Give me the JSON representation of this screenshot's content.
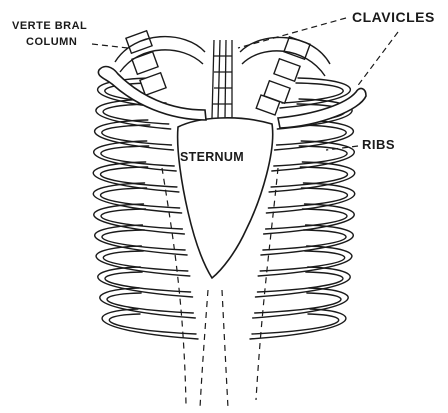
{
  "labels": {
    "vertebral_line1": "VERTE BRAL",
    "vertebral_line2": "COLUMN",
    "clavicles": "CLAVICLES",
    "sternum": "STERNUM",
    "ribs": "RIBS"
  },
  "colors": {
    "ink": "#1a1a1a",
    "paper": "#ffffff"
  },
  "rib_count_per_side": 12
}
